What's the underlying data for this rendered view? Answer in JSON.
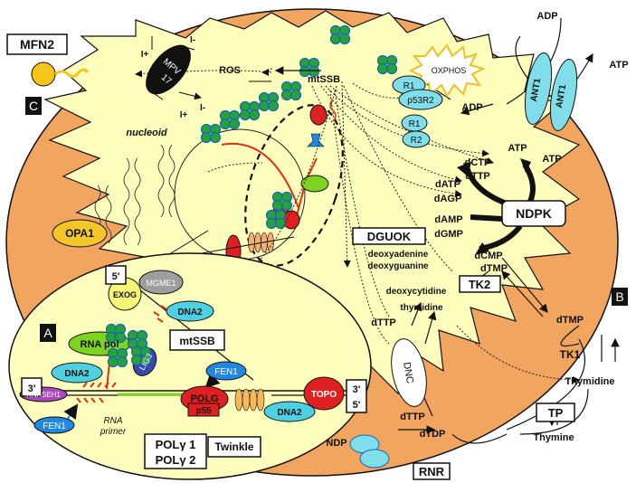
{
  "panel_letters": {
    "a": "A",
    "b": "B",
    "c": "C"
  },
  "outer": {
    "mfn2": "MFN2",
    "adp_top": "ADP",
    "atp_right": "ATP",
    "ndp": "NDP",
    "rnr": "RNR",
    "dtdp": "dTDP",
    "dttp_bottom": "dTTP",
    "tk1": "TK1",
    "dtmp_right": "dTMP",
    "thymidine_right": "Thymidine",
    "thymine": "Thymine",
    "tp": "TP"
  },
  "matrix": {
    "ros": "ROS",
    "mtssb_top": "mtSSB",
    "oxphos": "OXPHOS",
    "r1": "R1",
    "p53r2": "p53R2",
    "r1b": "R1",
    "r2b": "R2",
    "adp_inner": "ADP",
    "ant1_a": "ANT1",
    "ant1_b": "ANT1",
    "atp_a": "ATP",
    "atp_b": "ATP",
    "dctp": "dCTP",
    "dttp": "dTTP",
    "datp": "dATP",
    "dagp": "dAGP",
    "ndpk": "NDPK",
    "damp": "dAMP",
    "dgmp": "dGMP",
    "dguok": "DGUOK",
    "deoxyadenine": "deoxyadenine",
    "deoxyguanine": "deoxyguanine",
    "dcmp": "dCMP",
    "dtmp": "dTMP",
    "tk2": "TK2",
    "deoxycytidine": "deoxycytidine",
    "thymidine": "thymidine",
    "dttp_mid": "dTTP",
    "dnc": "DNC",
    "nucleoid": "nucleoid",
    "opa1": "OPA1",
    "mpv17_a": "MPV",
    "mpv17_b": "17",
    "i_plus_1": "I+",
    "i_minus_1": "I-",
    "i_plus_2": "I+",
    "i_minus_2": "I-"
  },
  "panel_a": {
    "five_prime_top": "5'",
    "mgme1": "MGME1",
    "exog": "EXOG",
    "dna2_top": "DNA2",
    "mtssb": "mtSSB",
    "rna_pol": "RNA pol",
    "lig3": "LIG3",
    "fen1_right": "FEN1",
    "dna2_left": "DNA2",
    "rnaseh1": "RNASEH1",
    "three_prime_left": "3'",
    "fen1_left": "FEN1",
    "polg": "POLG",
    "p55": "p55",
    "topo": "TOPO",
    "three_prime_right": "3'",
    "five_prime_right": "5'",
    "dna2_bottom": "DNA2",
    "rna_primer_1": "RNA",
    "rna_primer_2": "primer",
    "polg1": "POLγ 1",
    "polg2": "POLγ 2",
    "twinkle": "Twinkle"
  }
}
